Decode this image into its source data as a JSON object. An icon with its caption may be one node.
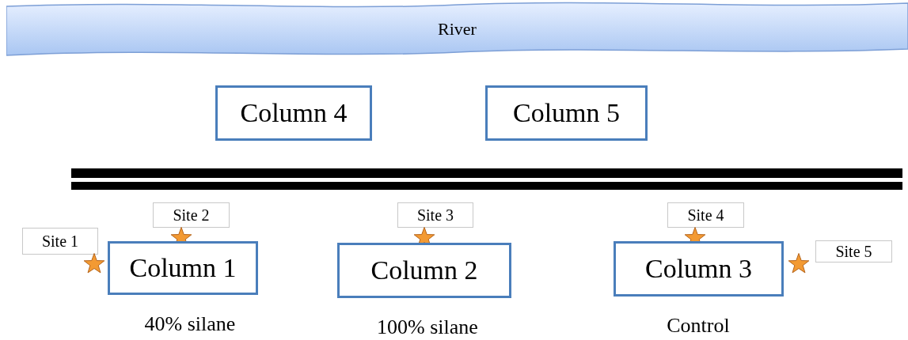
{
  "diagram": {
    "nodes": [
      {
        "text": [
          "River"
        ]
      },
      {
        "text": [
          "Column 4"
        ]
      },
      {
        "text": [
          "Column 5"
        ]
      },
      {
        "text": [
          "Site 1"
        ]
      },
      {
        "text": [
          "Site 2"
        ]
      },
      {
        "text": [
          "Site 3"
        ]
      },
      {
        "text": [
          "Site 4"
        ]
      },
      {
        "text": [
          "Site 5"
        ]
      },
      {
        "text": [
          "Column 1"
        ],
        "beside": [
          "40% silane"
        ]
      },
      {
        "text": [
          "Column 2"
        ],
        "beside": [
          "100% silane"
        ]
      },
      {
        "text": [
          "Column 3"
        ],
        "beside": [
          "Control"
        ]
      }
    ],
    "edges": []
  }
}
